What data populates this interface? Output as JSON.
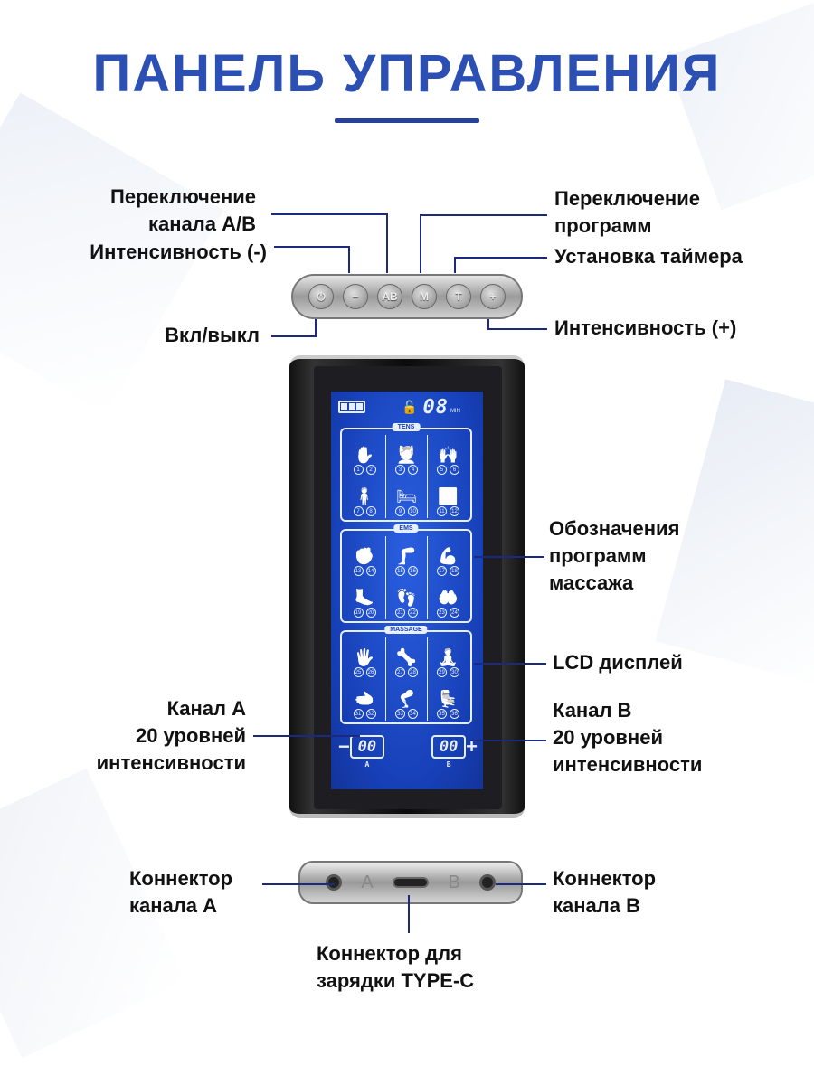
{
  "title": "ПАНЕЛЬ УПРАВЛЕНИЯ",
  "labels": {
    "channel_switch": [
      "Переключение",
      "канала А/В"
    ],
    "intensity_minus": "Интенсивность (-)",
    "power": "Вкл/выкл",
    "program_switch": [
      "Переключение",
      "программ"
    ],
    "timer": "Установка таймера",
    "intensity_plus": "Интенсивность (+)",
    "program_icons": [
      "Обозначения",
      "программ",
      "массажа"
    ],
    "lcd": "LCD дисплей",
    "channel_a": [
      "Канал А",
      "20 уровней",
      "интенсивности"
    ],
    "channel_b": [
      "Канал B",
      "20 уровней",
      "интенсивности"
    ],
    "connector_a": [
      "Коннектор",
      "канала А"
    ],
    "connector_b": [
      "Коннектор",
      "канала В"
    ],
    "charging": [
      "Коннектор для",
      "зарядки TYPE-C"
    ]
  },
  "buttons": [
    "⏻",
    "−",
    "AB",
    "M",
    "T",
    "+"
  ],
  "lcd": {
    "timer": "08",
    "timer_unit": "MIN",
    "lock_icon": "🔓",
    "sections": [
      {
        "name": "TENS",
        "start": 1
      },
      {
        "name": "EMS",
        "start": 13
      },
      {
        "name": "MASSAGE",
        "start": 25
      }
    ],
    "channel_a_value": "00",
    "channel_a_label": "A",
    "channel_b_value": "00",
    "channel_b_label": "B",
    "minus": "−",
    "plus": "+"
  },
  "connector": {
    "a": "A",
    "b": "B"
  }
}
